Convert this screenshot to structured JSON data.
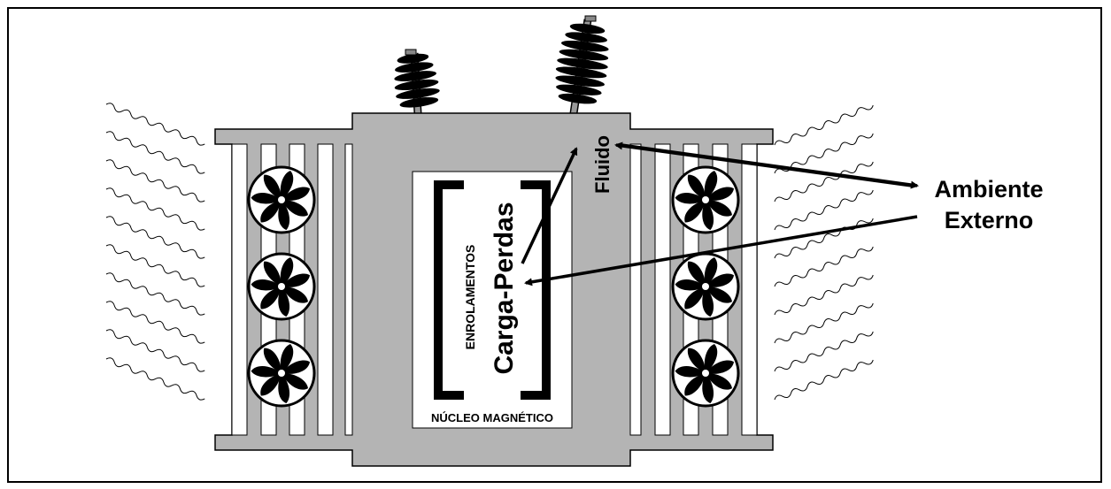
{
  "labels": {
    "fluid": "Fluido",
    "ambient_line1": "Ambiente",
    "ambient_line2": "Externo",
    "windings": "ENROLAMENTOS",
    "load_losses": "Carga-Perdas",
    "core": "NÚCLEO MAGNÉTICO"
  },
  "colors": {
    "tank": "#b4b4b4",
    "outline": "#000000",
    "fin": "#ffffff",
    "core_panel": "#ffffff"
  },
  "icons": {
    "fan": "fan-icon",
    "bushing": "bushing-icon",
    "heat_wave": "heat-wave-icon"
  }
}
